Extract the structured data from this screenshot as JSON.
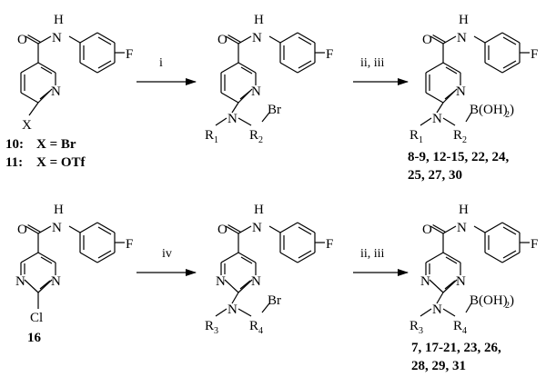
{
  "scheme": {
    "top_row": {
      "start_label_10": "10:",
      "start_def_10": "X = Br",
      "start_label_11": "11:",
      "start_def_11": "X = OTf",
      "reagent_i": "i",
      "reagent_ii_iii": "ii, iii",
      "products_line1": "8-9, 12-15, 22, 24,",
      "products_line2": "25, 27, 30"
    },
    "bottom_row": {
      "start_label": "16",
      "reagent_iv": "iv",
      "reagent_ii_iii": "ii, iii",
      "products_line1": "7, 17-21, 23, 26,",
      "products_line2": "28, 29, 31"
    }
  },
  "atoms": {
    "N": "N",
    "H": "H",
    "O": "O",
    "F": "F",
    "X": "X",
    "Cl": "Cl",
    "Br": "Br",
    "B_OH2": "B(OH)",
    "R": "R",
    "sub1": "1",
    "sub2": "2",
    "sub3": "3",
    "sub4": "4"
  }
}
